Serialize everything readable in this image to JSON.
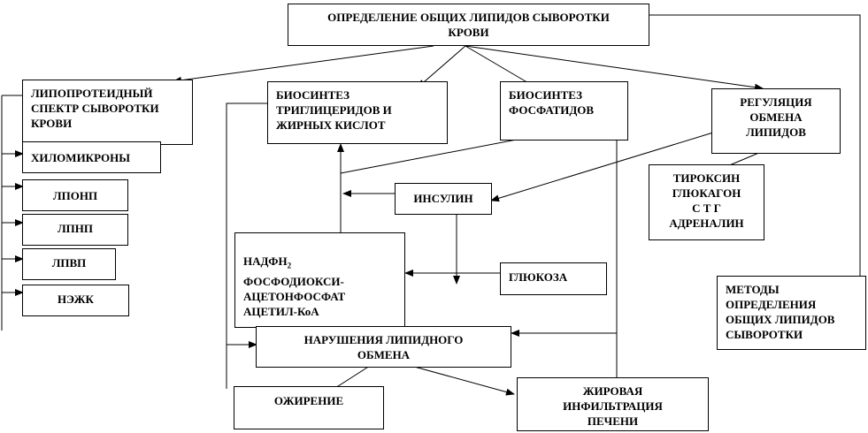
{
  "boxes": {
    "main": "ОПРЕДЕЛЕНИЕ  ОБЩИХ ЛИПИДОВ СЫВОРОТКИ\nКРОВИ",
    "lipoprotein": "ЛИПОПРОТЕИДНЫЙ\nСПЕКТР СЫВОРОТКИ\nКРОВИ",
    "biosynth_tg": "БИОСИНТЕЗ\nТРИГЛИЦЕРИДОВ  И\nЖИРНЫХ КИСЛОТ",
    "biosynth_phos": "БИОСИНТЕЗ\nФОСФАТИДОВ",
    "regulation": "РЕГУЛЯЦИЯ\nОБМЕНА\nЛИПИДОВ",
    "chylomicrons": "ХИЛОМИКРОНЫ",
    "hormones": "ТИРОКСИН\nГЛЮКАГОН\nС Т Г\nАДРЕНАЛИН",
    "lponp": "ЛПОНП",
    "insulin": "ИНСУЛИН",
    "lpnp": "ЛПНП",
    "lpvp": "ЛПВП",
    "nadph_prefix": "НАДФН",
    "nadph_sub": "2",
    "metabolites": " ФОСФОДИОКСИ-\nАЦЕТОНФОСФАТ\nАЦЕТИЛ-КоА",
    "glucose": "ГЛЮКОЗА",
    "methods": "МЕТОДЫ\nОПРЕДЕЛЕНИЯ\nОБЩИХ ЛИПИДОВ\nСЫВОРОТКИ",
    "neжk": "НЭЖК",
    "disorders": "НАРУШЕНИЯ  ЛИПИДНОГО\nОБМЕНА",
    "obesity": "ОЖИРЕНИЕ",
    "liver": "ЖИРОВАЯ\nИНФИЛЬТРАЦИЯ\nПЕЧЕНИ"
  }
}
